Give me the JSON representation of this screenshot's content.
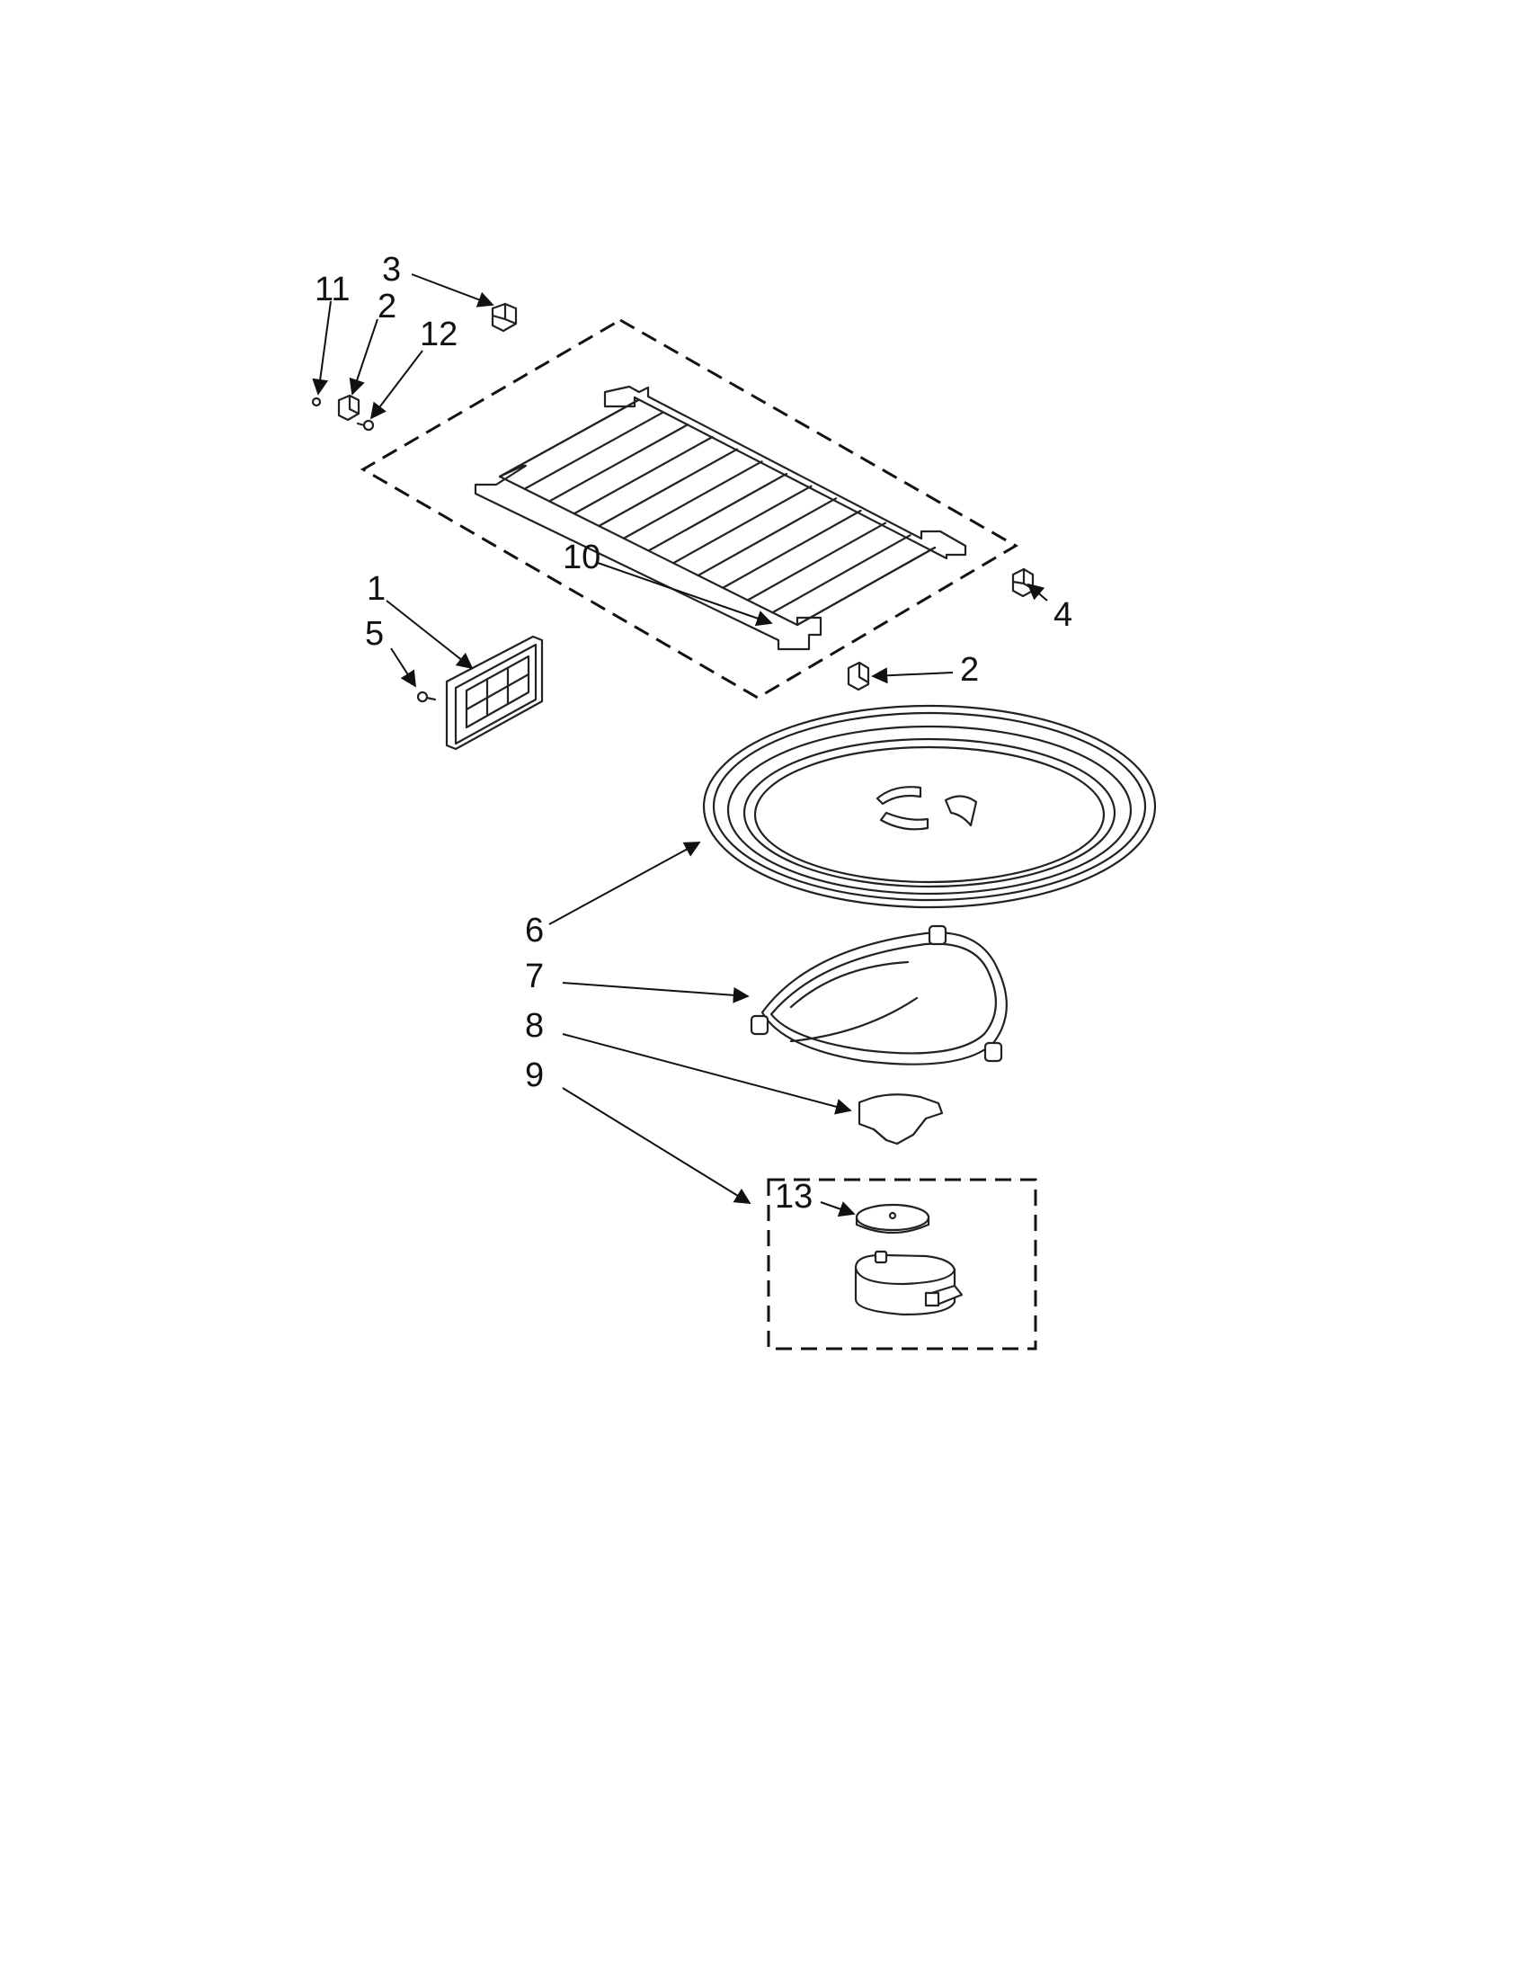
{
  "callouts": [
    {
      "id": "c1",
      "text": "1"
    },
    {
      "id": "c2a",
      "text": "2"
    },
    {
      "id": "c2b",
      "text": "2"
    },
    {
      "id": "c3",
      "text": "3"
    },
    {
      "id": "c4",
      "text": "4"
    },
    {
      "id": "c5",
      "text": "5"
    },
    {
      "id": "c6",
      "text": "6"
    },
    {
      "id": "c7",
      "text": "7"
    },
    {
      "id": "c8",
      "text": "8"
    },
    {
      "id": "c9",
      "text": "9"
    },
    {
      "id": "c10",
      "text": "10"
    },
    {
      "id": "c11",
      "text": "11"
    },
    {
      "id": "c12",
      "text": "12"
    },
    {
      "id": "c13",
      "text": "13"
    }
  ]
}
